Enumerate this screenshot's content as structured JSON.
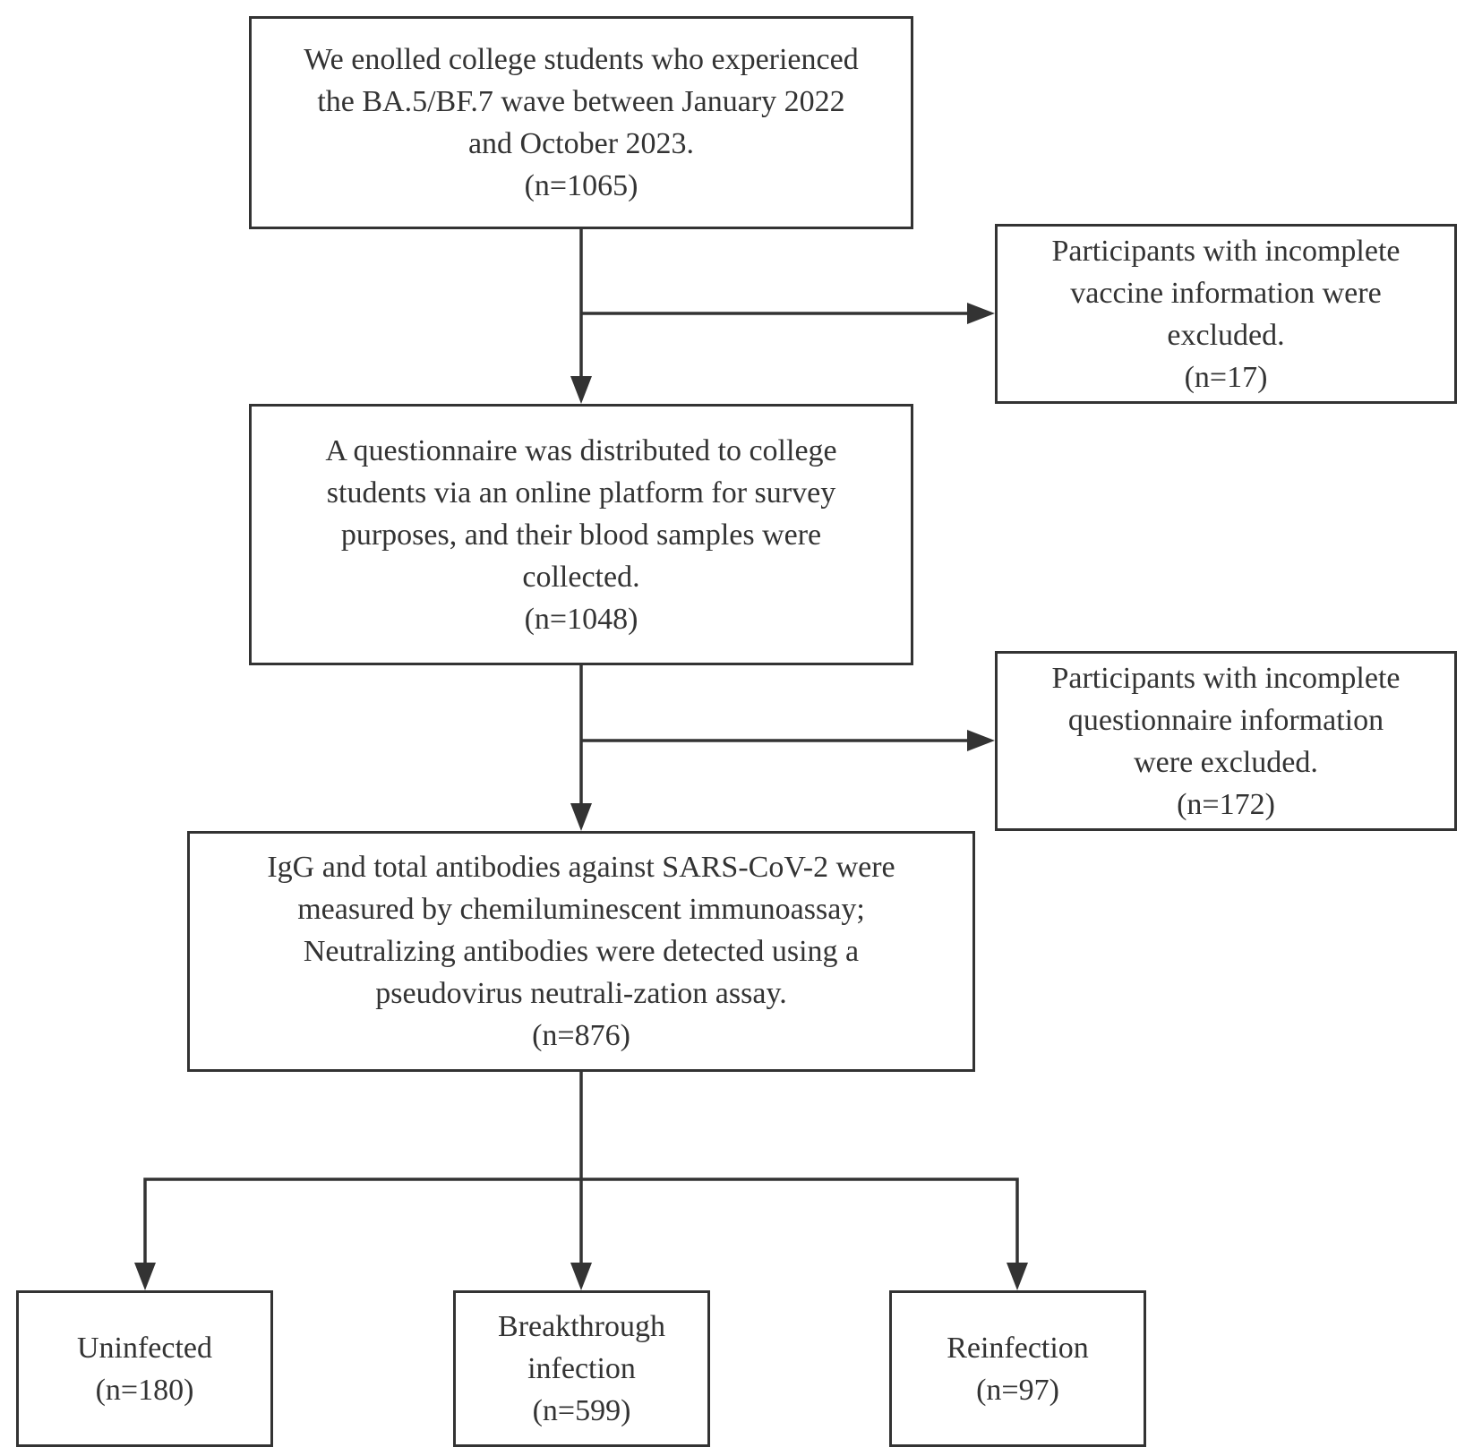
{
  "flowchart": {
    "enrollment": {
      "lines": [
        "We enolled college students who experienced",
        "the BA.5/BF.7 wave between January 2022",
        "and October 2023."
      ],
      "count": "(n=1065)"
    },
    "exclusion_vaccine": {
      "lines": [
        "Participants with incomplete",
        "vaccine information were",
        "excluded."
      ],
      "count": "(n=17)"
    },
    "questionnaire": {
      "lines": [
        "A questionnaire was distributed to college",
        "students via an online platform for survey",
        "purposes, and their blood samples were",
        "collected."
      ],
      "count": "(n=1048)"
    },
    "exclusion_questionnaire": {
      "lines": [
        "Participants with incomplete",
        "questionnaire information",
        "were excluded."
      ],
      "count": "(n=172)"
    },
    "antibody_testing": {
      "lines": [
        "IgG and total antibodies against SARS-CoV-2 were",
        "measured by chemiluminescent immunoassay;",
        "Neutralizing antibodies were detected using a",
        "pseudovirus neutrali-zation assay."
      ],
      "count": "(n=876)"
    },
    "uninfected": {
      "lines": [
        "Uninfected"
      ],
      "count": "(n=180)"
    },
    "breakthrough": {
      "lines": [
        "Breakthrough",
        "infection"
      ],
      "count": "(n=599)"
    },
    "reinfection": {
      "lines": [
        "Reinfection"
      ],
      "count": "(n=97)"
    }
  },
  "colors": {
    "stroke": "#333333",
    "text": "#333333",
    "background": "#ffffff"
  }
}
